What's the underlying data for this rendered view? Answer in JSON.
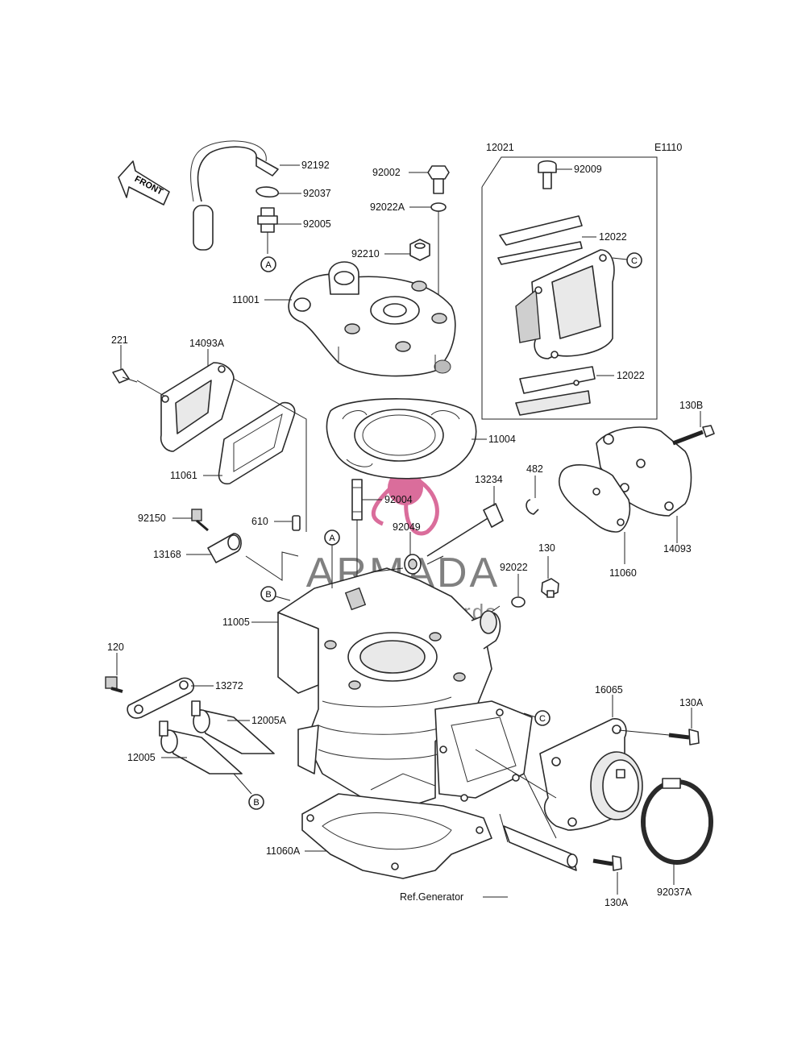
{
  "diagram_id": "E1110",
  "front_label": "FRONT",
  "watermark": {
    "brand": "ARMADA",
    "tagline": "marine outboards",
    "color": "#d4548a"
  },
  "ref_label": "Ref.Generator",
  "callouts": {
    "a1": "A",
    "a2": "A",
    "b1": "B",
    "b2": "B",
    "c1": "C",
    "c2": "C"
  },
  "parts": {
    "p92192": "92192",
    "p92037": "92037",
    "p92005": "92005",
    "p92002": "92002",
    "p92022A": "92022A",
    "p92210": "92210",
    "p11001": "11001",
    "p12021": "12021",
    "p92009": "92009",
    "p12022a": "12022",
    "p12022b": "12022",
    "p221": "221",
    "p14093A": "14093A",
    "p11061": "11061",
    "p11004": "11004",
    "p92004": "92004",
    "p13234": "13234",
    "p482": "482",
    "p130B": "130B",
    "p14093": "14093",
    "p11060": "11060",
    "p92150": "92150",
    "p610": "610",
    "p13168": "13168",
    "p92049": "92049",
    "p92022": "92022",
    "p130": "130",
    "p11005": "11005",
    "p120": "120",
    "p13272": "13272",
    "p12005A": "12005A",
    "p12005": "12005",
    "p16065": "16065",
    "p130A1": "130A",
    "p130A2": "130A",
    "p11060A": "11060A",
    "p92037A": "92037A"
  }
}
